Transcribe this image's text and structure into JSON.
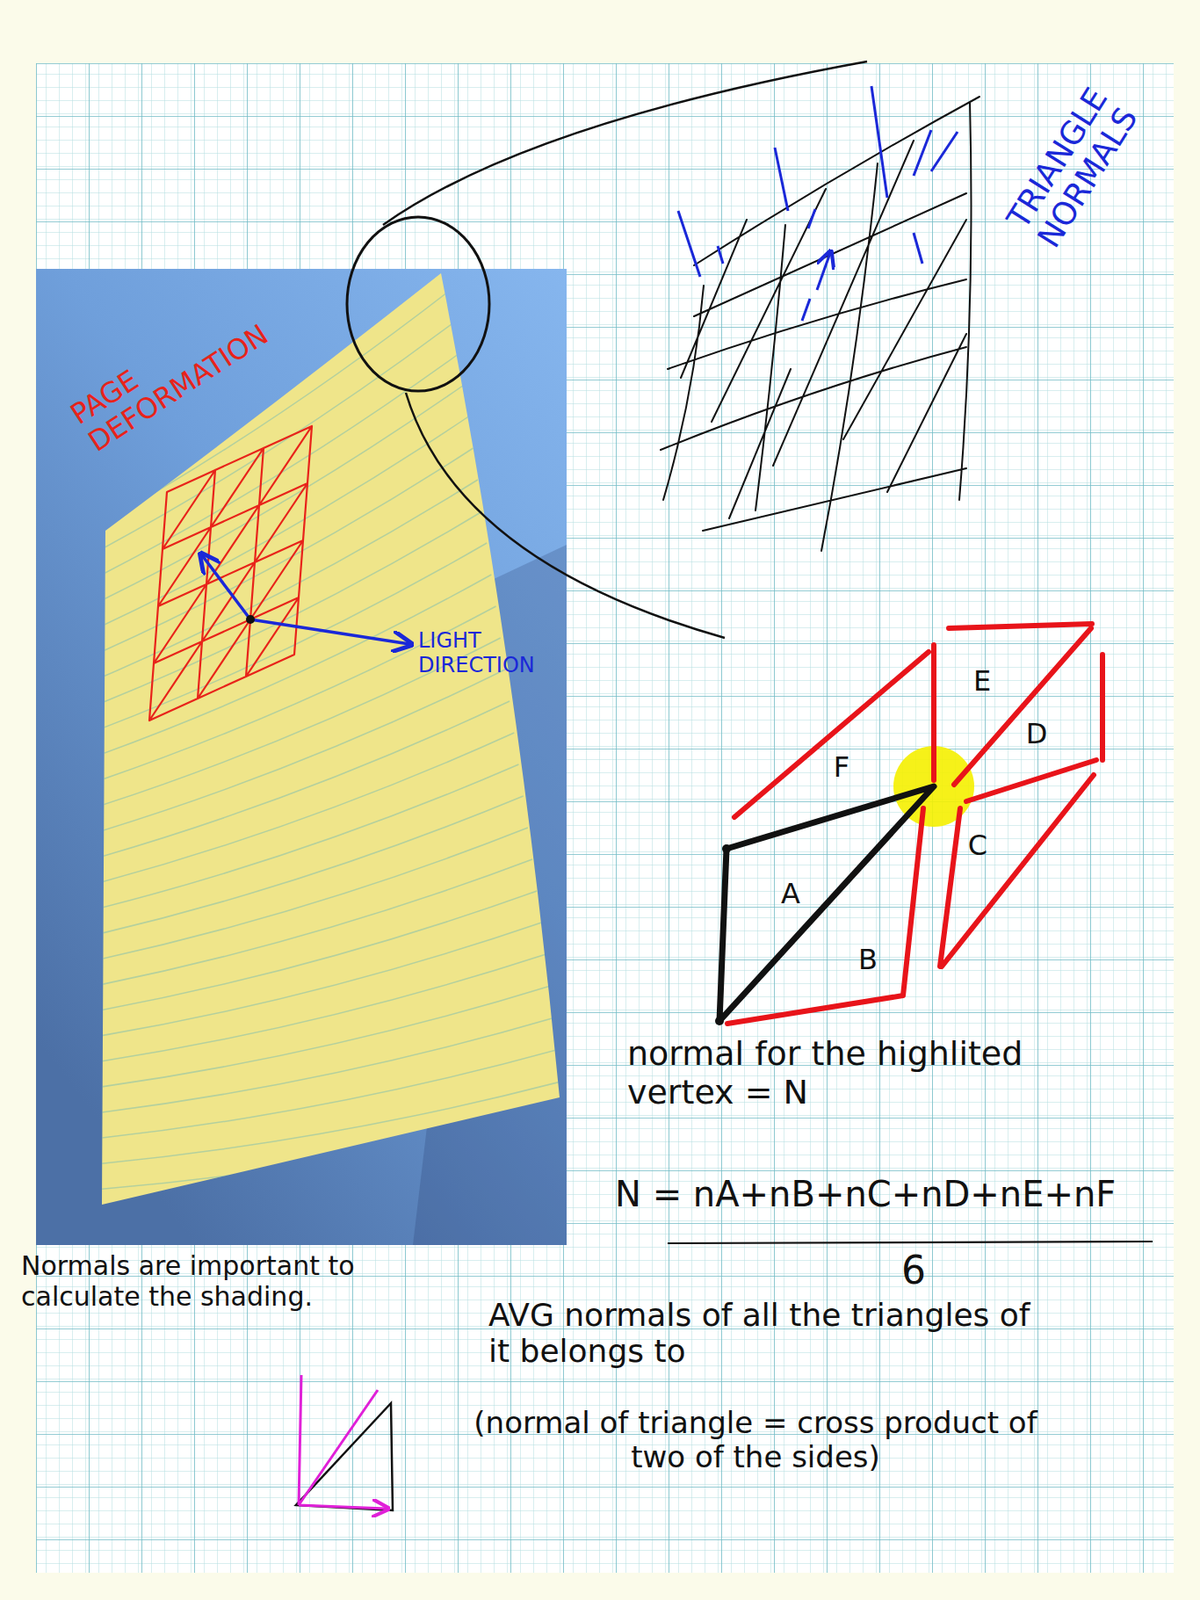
{
  "diagram": {
    "labels": [
      "PAGE DEFORMATION",
      "TRIANGLE NORMALS",
      "LIGHT DIRECTION",
      "E",
      "D",
      "F",
      "C",
      "A",
      "B",
      "normal for the highlited vertex = N",
      "N = nA+nB+nC+nD+nE+nF",
      "6",
      "Normals are important to calculate the shading.",
      "AVG normals of all the triangles of it belongs to",
      "(normal of triangle = cross product of two of the sides)"
    ]
  }
}
